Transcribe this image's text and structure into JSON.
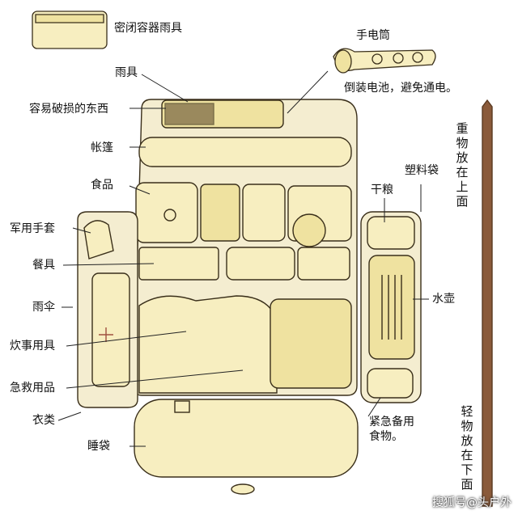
{
  "labels": {
    "sealed_container": "密闭容器雨具",
    "flashlight": "手电筒",
    "flashlight_note": "倒装电池，避免通电。",
    "rain_gear": "雨具",
    "fragile": "容易破损的东西",
    "tent": "帐篷",
    "food": "食品",
    "gloves": "军用手套",
    "tableware": "餐具",
    "umbrella": "雨伞",
    "cookware": "炊事用具",
    "first_aid": "急救用品",
    "clothes": "衣类",
    "sleeping_bag": "睡袋",
    "plastic_bag": "塑料袋",
    "dry_food": "干粮",
    "kettle": "水壶",
    "emergency_food_1": "紧急备用",
    "emergency_food_2": "食物。",
    "heavy_top": "重物放在上面",
    "light_bottom": "轻物放在下面"
  },
  "watermark": "搜狐号@头户外",
  "colors": {
    "fill": "#f7eec0",
    "fill_dark": "#efe2a0",
    "ink": "#3a2f1a",
    "pole": "#8a5a3a"
  }
}
